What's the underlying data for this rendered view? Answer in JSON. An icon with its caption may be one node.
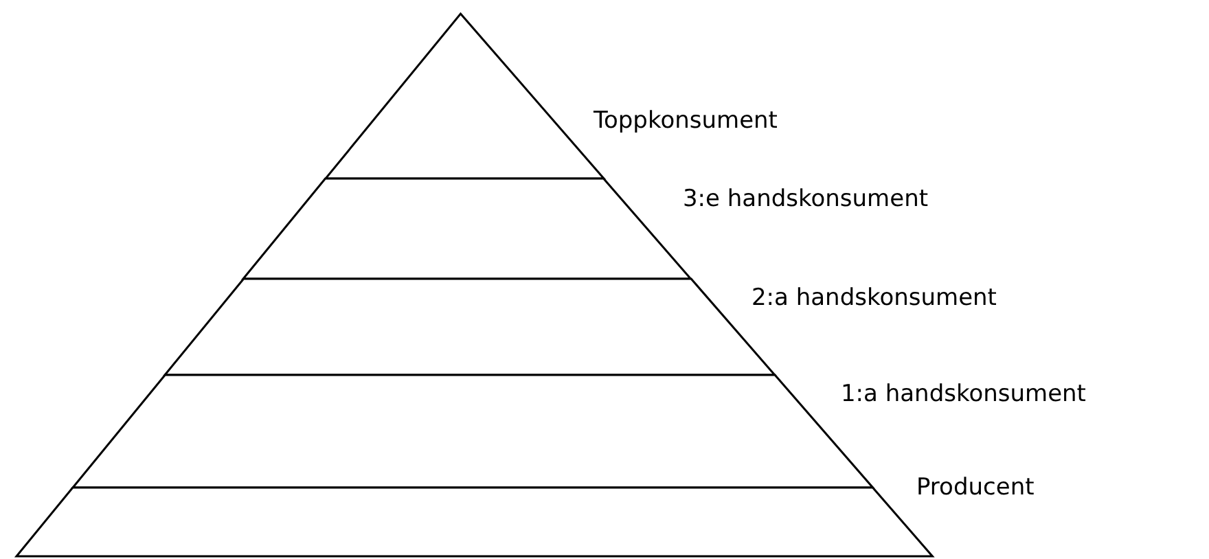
{
  "diagram": {
    "nodes": [
      {
        "text": [
          "Toppkonsument"
        ]
      },
      {
        "text": [
          "3:e handskonsument"
        ]
      },
      {
        "text": [
          "2:a handskonsument"
        ]
      },
      {
        "text": [
          "1:a handskonsument"
        ]
      },
      {
        "text": [
          "Producent"
        ]
      }
    ]
  }
}
